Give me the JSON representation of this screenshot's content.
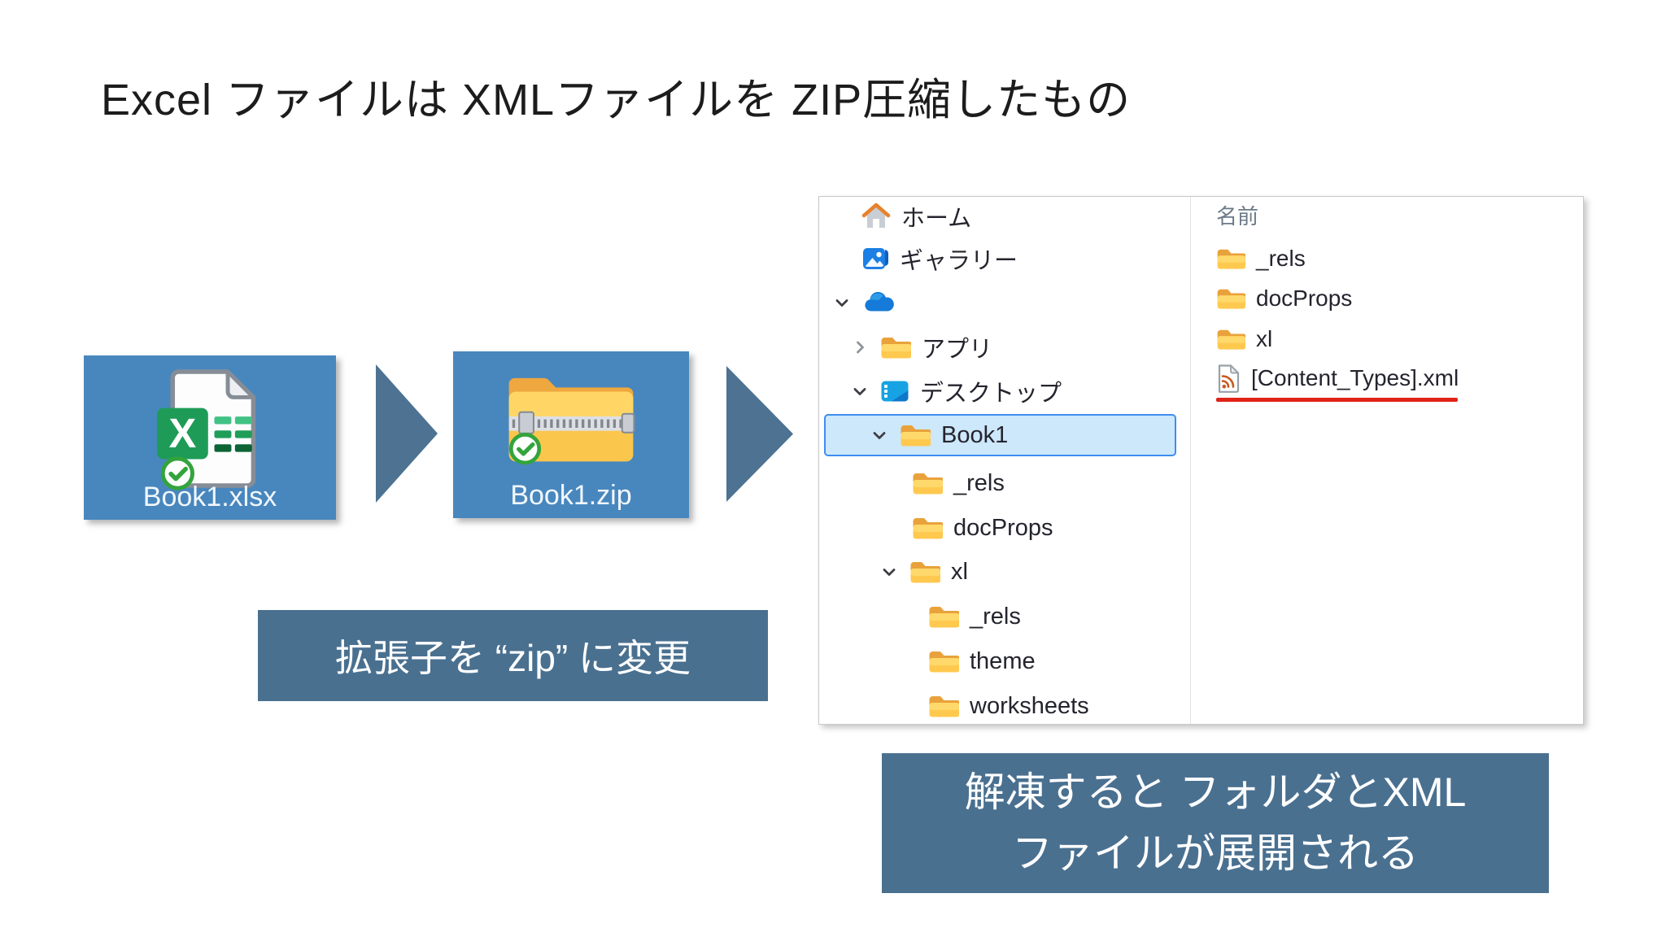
{
  "slide": {
    "title": "Excel ファイルは XMLファイルを ZIP圧縮したもの"
  },
  "flow": {
    "xlsx_tile": {
      "label": "Book1.xlsx",
      "icon": "excel-file-with-sync-badge-icon"
    },
    "zip_tile": {
      "label": "Book1.zip",
      "icon": "zipped-folder-with-sync-badge-icon"
    },
    "arrows": [
      "right-arrow-icon",
      "right-arrow-icon"
    ]
  },
  "callouts": {
    "rename_extension": "拡張子を “zip” に変更",
    "extract_line1": "解凍すると フォルダとXML",
    "extract_line2": "ファイルが展開される"
  },
  "explorer": {
    "tree": [
      {
        "label": "ホーム",
        "icon": "home-icon",
        "chevron": "none",
        "selected": false
      },
      {
        "label": "ギャラリー",
        "icon": "gallery-icon",
        "chevron": "none",
        "selected": false
      },
      {
        "label": "",
        "icon": "onedrive-cloud-icon",
        "chevron": "down",
        "selected": false
      },
      {
        "label": "アプリ",
        "icon": "folder-icon",
        "chevron": "right",
        "selected": false
      },
      {
        "label": "デスクトップ",
        "icon": "desktop-icon",
        "chevron": "down",
        "selected": false
      },
      {
        "label": "Book1",
        "icon": "folder-icon",
        "chevron": "down",
        "selected": true
      },
      {
        "label": "_rels",
        "icon": "folder-icon",
        "chevron": "none",
        "selected": false
      },
      {
        "label": "docProps",
        "icon": "folder-icon",
        "chevron": "none",
        "selected": false
      },
      {
        "label": "xl",
        "icon": "folder-icon",
        "chevron": "down",
        "selected": false
      },
      {
        "label": "_rels",
        "icon": "folder-icon",
        "chevron": "none",
        "selected": false
      },
      {
        "label": "theme",
        "icon": "folder-icon",
        "chevron": "none",
        "selected": false
      },
      {
        "label": "worksheets",
        "icon": "folder-icon",
        "chevron": "none",
        "selected": false
      }
    ],
    "files_header": "名前",
    "files": [
      {
        "label": "_rels",
        "icon": "folder-icon",
        "underlined": false
      },
      {
        "label": "docProps",
        "icon": "folder-icon",
        "underlined": false
      },
      {
        "label": "xl",
        "icon": "folder-icon",
        "underlined": false
      },
      {
        "label": "[Content_Types].xml",
        "icon": "xml-file-icon",
        "underlined": true
      }
    ]
  },
  "colors": {
    "tile_blue": "#4887BE",
    "arrow_slate": "#4D7292",
    "callout_slate": "#4A7090",
    "selection_fill": "#CDE7FB",
    "selection_border": "#3E8EF0",
    "underline_red": "#E02317",
    "folder_yellow": "#FFC94F",
    "folder_tab": "#E9A23B",
    "excel_green": "#1E9C57",
    "sync_badge_green": "#33A43C"
  }
}
